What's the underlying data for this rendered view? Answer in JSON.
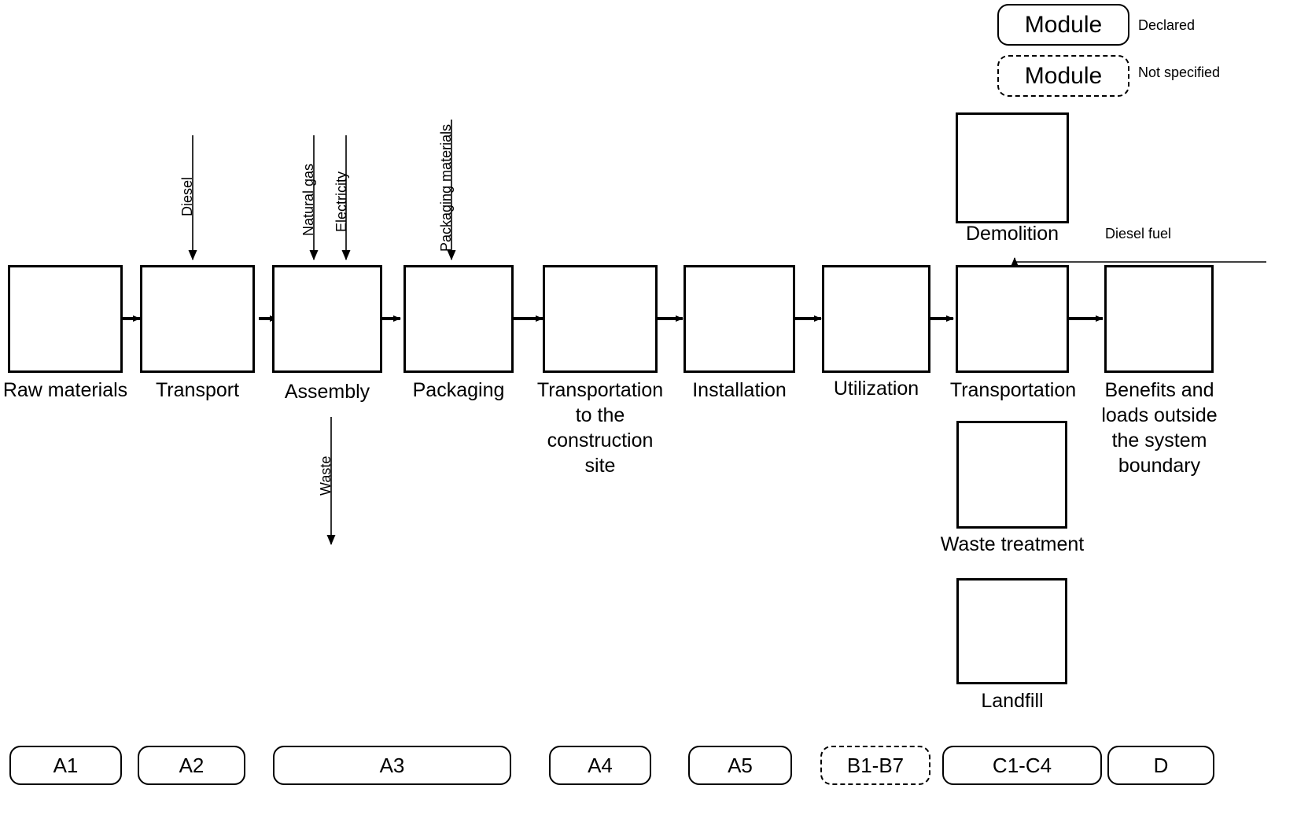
{
  "diagram": {
    "title": "LCA system boundary flow diagram",
    "stroke_color": "#000000",
    "background_color": "#ffffff"
  },
  "legend": {
    "items": [
      {
        "box_label": "Module",
        "description": "Declared",
        "style": "solid"
      },
      {
        "box_label": "Module",
        "description": "Not specified",
        "style": "dashed"
      }
    ]
  },
  "main_flow": {
    "processes": [
      {
        "id": "raw-materials",
        "label": "Raw materials"
      },
      {
        "id": "transport",
        "label": "Transport"
      },
      {
        "id": "assembly",
        "label": "Assembly"
      },
      {
        "id": "packaging",
        "label": "Packaging"
      },
      {
        "id": "transportation-to-construction-site",
        "label": "Transportation to the construction site"
      },
      {
        "id": "installation",
        "label": "Installation"
      },
      {
        "id": "utilization",
        "label": "Utilization"
      },
      {
        "id": "transportation",
        "label": "Transportation"
      },
      {
        "id": "benefits-and-loads",
        "label": "Benefits and loads outside the system boundary"
      }
    ]
  },
  "side_processes": [
    {
      "id": "demolition",
      "label": "Demolition"
    },
    {
      "id": "waste-treatment",
      "label": "Waste treatment"
    },
    {
      "id": "landfill",
      "label": "Landfill"
    }
  ],
  "flows": {
    "inputs": [
      {
        "id": "diesel",
        "label": "Diesel",
        "target": "transport"
      },
      {
        "id": "natural-gas",
        "label": "Natural gas",
        "target": "assembly"
      },
      {
        "id": "electricity",
        "label": "Electricity",
        "target": "assembly"
      },
      {
        "id": "packaging-materials",
        "label": "Packaging materials",
        "target": "packaging"
      },
      {
        "id": "diesel-fuel",
        "label": "Diesel fuel",
        "target": "transportation"
      }
    ],
    "outputs": [
      {
        "id": "waste",
        "label": "Waste",
        "source": "assembly"
      }
    ]
  },
  "module_bar": {
    "modules": [
      {
        "id": "a1",
        "label": "A1",
        "style": "solid"
      },
      {
        "id": "a2",
        "label": "A2",
        "style": "solid"
      },
      {
        "id": "a3",
        "label": "A3",
        "style": "solid"
      },
      {
        "id": "a4",
        "label": "A4",
        "style": "solid"
      },
      {
        "id": "a5",
        "label": "A5",
        "style": "solid"
      },
      {
        "id": "b1-b7",
        "label": "B1-B7",
        "style": "dashed"
      },
      {
        "id": "c1-c4",
        "label": "C1-C4",
        "style": "solid"
      },
      {
        "id": "d",
        "label": "D",
        "style": "solid"
      }
    ]
  }
}
